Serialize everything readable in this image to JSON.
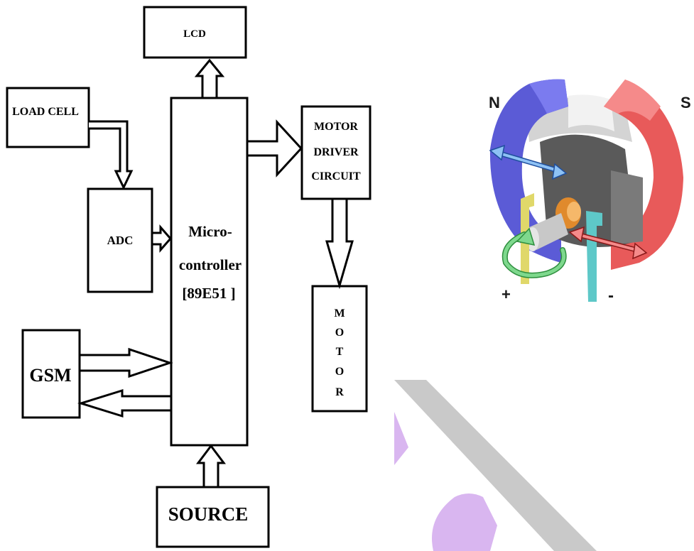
{
  "block_diagram": {
    "lcd": "LCD",
    "load_cell": "LOAD CELL",
    "adc": "ADC",
    "microcontroller": [
      "Micro-",
      "controller",
      "[89E51 ]"
    ],
    "motor_driver": [
      "MOTOR",
      "DRIVER",
      "CIRCUIT"
    ],
    "motor": [
      "M",
      "O",
      "T",
      "O",
      "R"
    ],
    "gsm": "GSM",
    "source": "SOURCE"
  },
  "motor_illustration": {
    "north_label": "N",
    "south_label": "S",
    "plus_label": "+",
    "minus_label": "-",
    "colors": {
      "north_magnet": "#5b5bd6",
      "south_magnet": "#e85a5a",
      "rotation_arrow": "#55c26a",
      "plus_brush": "#e0d86a",
      "minus_brush": "#5ec8c8",
      "field_arrow_blue": "#6aa8e8",
      "field_arrow_red": "#e86868",
      "watermark": "#c58be8"
    }
  }
}
